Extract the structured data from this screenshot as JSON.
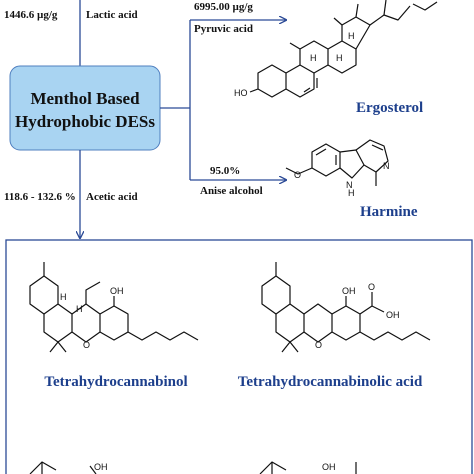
{
  "center_box": {
    "line1": "Menthol Based",
    "line2": "Hydrophobic DESs",
    "fill": "#a9d4f2",
    "stroke": "#4f7fbf"
  },
  "branches": {
    "lactic": {
      "value": "1446.6 µg/g",
      "name": "Lactic acid"
    },
    "pyruvic": {
      "value": "6995.00 µg/g",
      "name": "Pyruvic acid"
    },
    "anise": {
      "value": "95.0%",
      "name": "Anise alcohol"
    },
    "acetic": {
      "value": "118.6 - 132.6 %",
      "name": "Acetic acid"
    }
  },
  "compounds": {
    "ergosterol": "Ergosterol",
    "harmine": "Harmine",
    "thc": "Tetrahydrocannabinol",
    "thca": "Tetrahydrocannabinolic acid"
  },
  "atoms": {
    "ho": "HO",
    "h": "H",
    "o": "O",
    "oh": "OH",
    "n": "N",
    "nh": "N",
    "nh_h": "H"
  },
  "colors": {
    "compound_label": "#1d3f8c",
    "text": "#111111",
    "arrow": "#2b4a96",
    "panel_border": "#2b4a96"
  },
  "icons": [
    "arrow-right-icon",
    "arrow-down-icon"
  ]
}
